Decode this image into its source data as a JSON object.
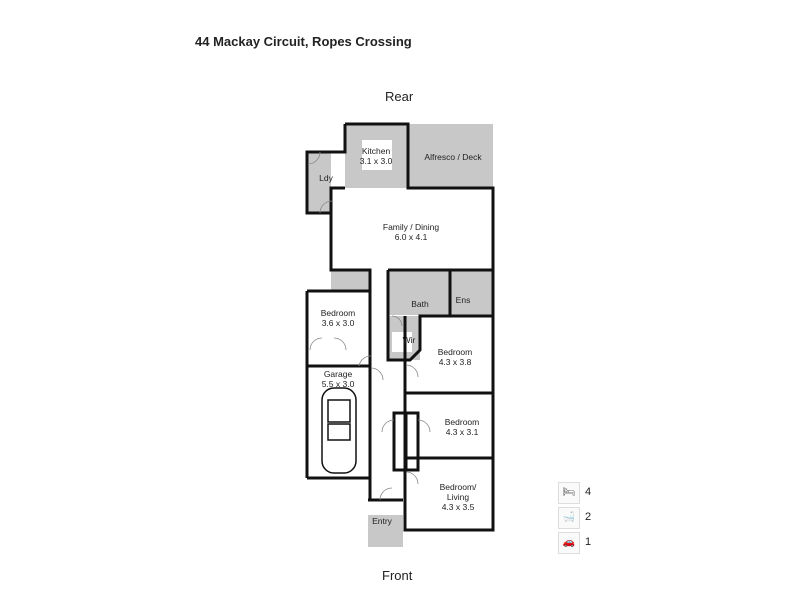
{
  "title": "44 Mackay Circuit, Ropes Crossing",
  "orientation": {
    "top": "Rear",
    "bottom": "Front"
  },
  "rooms": {
    "kitchen": {
      "name": "Kitchen",
      "size": "3.1 x 3.0"
    },
    "alfresco": {
      "name": "Alfresco / Deck"
    },
    "laundry": {
      "name": "Ldy"
    },
    "family": {
      "name": "Family / Dining",
      "size": "6.0 x 4.1"
    },
    "bath": {
      "name": "Bath"
    },
    "ensuite": {
      "name": "Ens"
    },
    "bedroom_left": {
      "name": "Bedroom",
      "size": "3.6 x 3.0"
    },
    "wir": {
      "name": "Wir"
    },
    "bedroom_master": {
      "name": "Bedroom",
      "size": "4.3 x 3.8"
    },
    "garage": {
      "name": "Garage",
      "size": "5.5 x 3.0"
    },
    "bedroom_2": {
      "name": "Bedroom",
      "size": "4.3 x 3.1"
    },
    "bedroom_living": {
      "name": "Bedroom/",
      "name2": "Living",
      "size": "4.3 x 3.5"
    },
    "entry": {
      "name": "Entry"
    }
  },
  "legend": [
    {
      "icon": "bed-icon",
      "count": "4"
    },
    {
      "icon": "bath-icon",
      "count": "2"
    },
    {
      "icon": "car-icon",
      "count": "1"
    }
  ],
  "colors": {
    "wall": "#111111",
    "wet_area": "#c8c8c8"
  }
}
